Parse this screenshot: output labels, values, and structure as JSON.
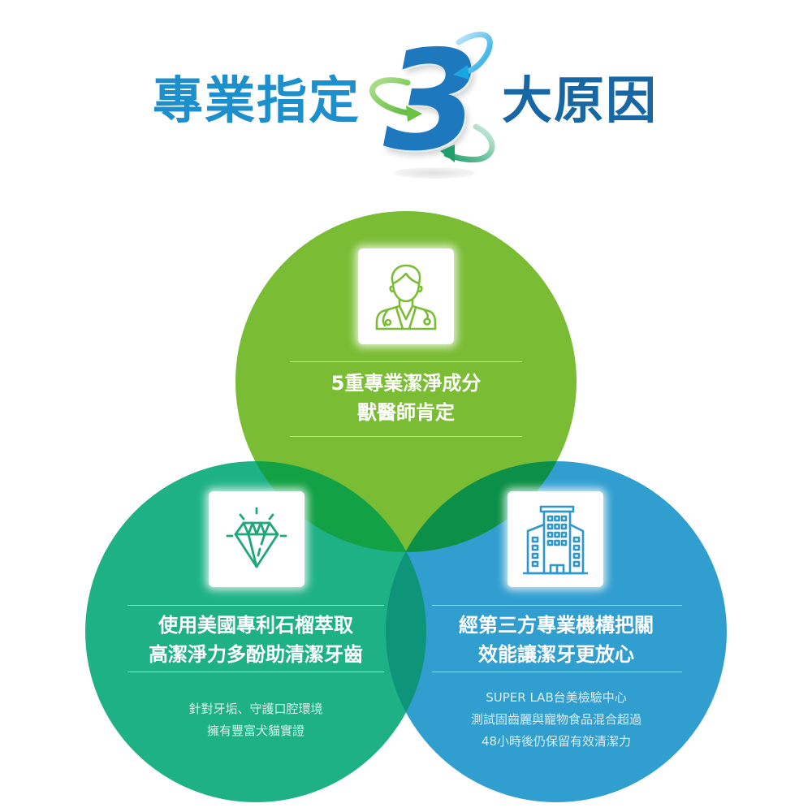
{
  "header": {
    "title_left": "專業指定",
    "number": "3",
    "title_right": "大原因",
    "colors": {
      "title_left": "#1c8fcc",
      "title_right": "#1767a5",
      "number": "#1e78bd"
    },
    "arrows": [
      "blue-arrow-icon",
      "green-arrow-icon",
      "teal-arrow-icon"
    ]
  },
  "reasons": [
    {
      "position": "top",
      "icon": "veterinarian-icon",
      "color": "#7abc34",
      "headline": [
        "5重專業潔淨成分",
        "獸醫師肯定"
      ],
      "details": []
    },
    {
      "position": "bottom-left",
      "icon": "diamond-icon",
      "color": "#1fb186",
      "headline": [
        "使用美國專利石榴萃取",
        "高潔淨力多酚助清潔牙齒"
      ],
      "details": [
        "針對牙垢、守護口腔環境",
        "擁有豐富犬貓實證"
      ]
    },
    {
      "position": "bottom-right",
      "icon": "building-icon",
      "color": "#319ed0",
      "headline": [
        "經第三方專業機構把關",
        "效能讓潔牙更放心"
      ],
      "details": [
        "SUPER LAB台美檢驗中心",
        "測試固齒麗與寵物食品混合超過",
        "48小時後仍保留有效清潔力"
      ]
    }
  ],
  "overlap_colors": {
    "top_left": "#13a145",
    "top_right": "#0c8f46",
    "left_right": "#0d9479"
  }
}
